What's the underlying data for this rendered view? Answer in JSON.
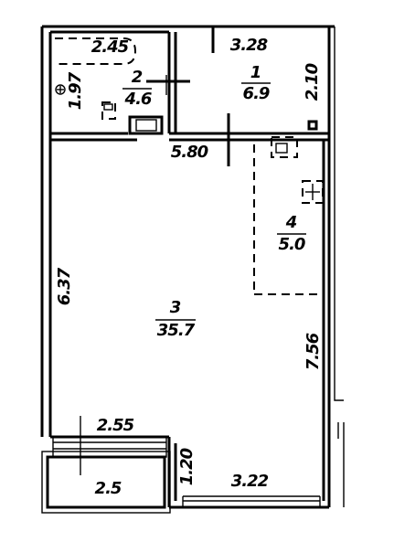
{
  "rooms": [
    {
      "number": "1",
      "area": "6.9"
    },
    {
      "number": "2",
      "area": "4.6"
    },
    {
      "number": "3",
      "area": "35.7"
    },
    {
      "number": "4",
      "area": "5.0"
    }
  ],
  "dimensions": {
    "bath_width": "2.45",
    "bath_depth": "1.97",
    "hall_width": "3.28",
    "hall_depth": "2.10",
    "main_width": "5.80",
    "main_left_depth": "6.37",
    "main_right_depth": "7.56",
    "balcony_top_width": "2.55",
    "balcony_width": "2.5",
    "lower_step": "1.20",
    "bottom_width": "3.22"
  }
}
